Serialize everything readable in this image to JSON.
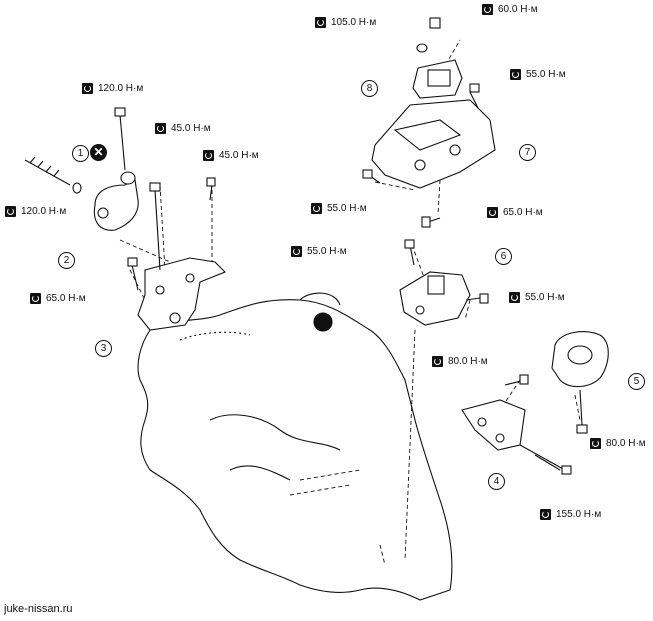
{
  "torque_labels": {
    "t1": "120.0 Н·м",
    "t2": "45.0 Н·м",
    "t3": "45.0 Н·м",
    "t4": "120.0 Н·м",
    "t5": "65.0 Н·м",
    "t6": "105.0 Н·м",
    "t7": "60.0 Н·м",
    "t8": "55.0 Н·м",
    "t9": "55.0 Н·м",
    "t10": "65.0 Н·м",
    "t11": "55.0 Н·м",
    "t12": "55.0 Н·м",
    "t13": "80.0 Н·м",
    "t14": "80.0 Н·м",
    "t15": "155.0 Н·м"
  },
  "callouts": {
    "c1": "1",
    "c2": "2",
    "c3": "3",
    "c4": "4",
    "c5": "5",
    "c6": "6",
    "c7": "7",
    "c8": "8"
  },
  "watermark": "juke-nissan.ru",
  "colors": {
    "ink": "#111111",
    "background": "#ffffff"
  },
  "icons": {
    "torque": "torque-wrench-icon",
    "do_not_reuse": "x-circle-icon"
  }
}
